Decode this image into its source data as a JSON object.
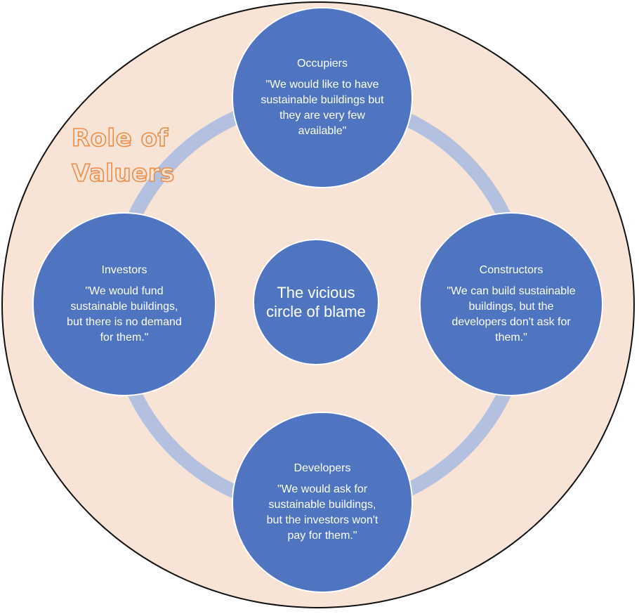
{
  "role_label": {
    "line1": "Role of",
    "line2": "Valuers"
  },
  "center": {
    "text": "The vicious circle of blame"
  },
  "nodes": {
    "occupiers": {
      "title": "Occupiers",
      "quote": "\"We would like to have sustainable buildings but they are very few available\""
    },
    "constructors": {
      "title": "Constructors",
      "quote": "\"We can build sustainable buildings, but the developers don't ask for them.\""
    },
    "developers": {
      "title": "Developers",
      "quote": "\"We would ask for sustainable buildings, but the investors won't pay for them.\""
    },
    "investors": {
      "title": "Investors",
      "quote": "\"We would fund sustainable buildings, but there is no demand for them.\""
    }
  },
  "colors": {
    "outer_fill": "#f8e4d6",
    "bubble_fill": "#4f74c0",
    "ring_stroke": "#b3c0df",
    "label_outline": "#ec8c48"
  }
}
